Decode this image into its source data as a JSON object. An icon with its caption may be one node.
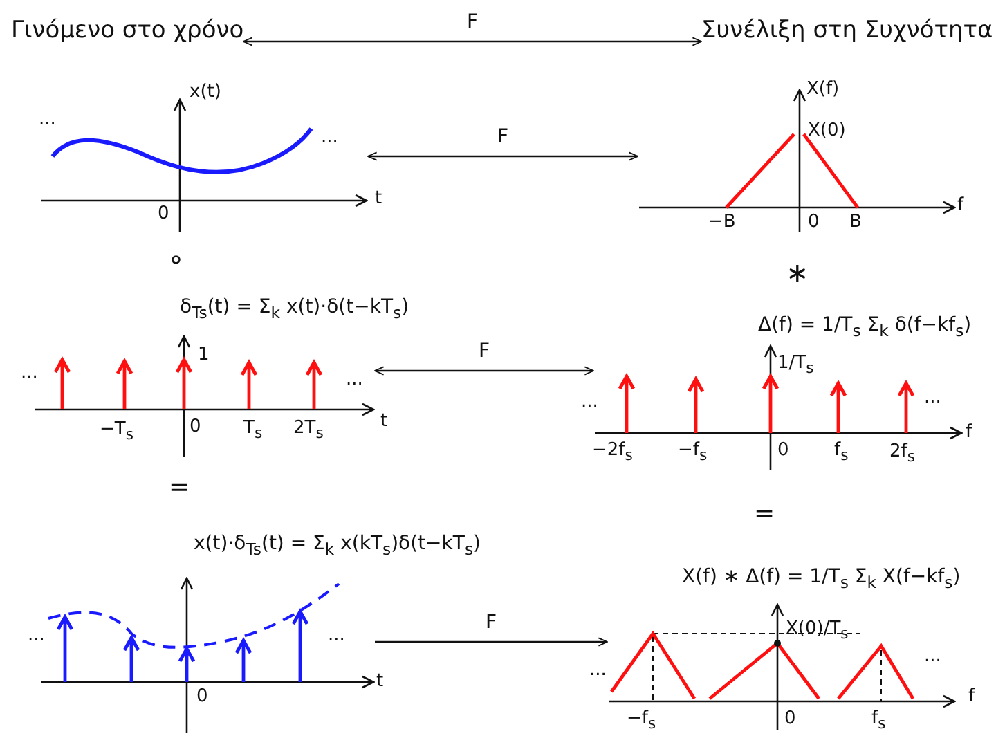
{
  "diagram": {
    "nodes": [
      {
        "text": [
          "Γινόμενο στο χρόνο"
        ]
      },
      {
        "text": [
          "Συνέλιξη στη Συχνότητα"
        ]
      },
      {
        "text": [],
        "shape": "picture"
      },
      {
        "text": [],
        "shape": "picture"
      },
      {
        "text": [],
        "shape": "picture"
      },
      {
        "text": [],
        "shape": "picture"
      },
      {
        "text": [],
        "shape": "picture"
      },
      {
        "text": [],
        "shape": "picture"
      }
    ],
    "edges": [
      {
        "from": 0,
        "to": 1,
        "arrow": "both",
        "label": "F"
      },
      {
        "from": 2,
        "to": 3,
        "arrow": "both",
        "label": "F"
      },
      {
        "from": 4,
        "to": 5,
        "arrow": "both",
        "label": "F"
      },
      {
        "from": 6,
        "to": 7,
        "arrow": "to",
        "label": "F"
      }
    ],
    "labels": [
      "x(t)",
      "...",
      "...",
      "0",
      "t",
      "X(f)",
      "X(0)",
      "−B",
      "0",
      "B",
      "f",
      "∘",
      "∗",
      "δ$_{Ts}$(t) = Σ$_{k}$ x(t)·δ(t−kT$_{s}$)",
      "Δ(f) = 1/T$_{s}$ Σ$_{k}$ δ(f−kf$_{s}$)",
      "1",
      "...",
      "...",
      "−T$_{s}$",
      "0",
      "T$_{s}$",
      "2T$_{s}$",
      "t",
      "1/T$_{s}$",
      "...",
      "...",
      "−2f$_{s}$",
      "−f$_{s}$",
      "0",
      "f$_{s}$",
      "2f$_{s}$",
      "f",
      "=",
      "=",
      "x(t)·δ$_{Ts}$(t) = Σ$_{k}$ x(kT$_{s}$)δ(t−kT$_{s}$)",
      "X(f) ∗ Δ(f) = 1/T$_{s}$ Σ$_{k}$ X(f−kf$_{s}$)",
      "...",
      "...",
      "0",
      "t",
      "...",
      "...",
      "X(0)/T$_{s}$",
      "−f$_{s}$",
      "0",
      "f$_{s}$",
      "f"
    ]
  }
}
